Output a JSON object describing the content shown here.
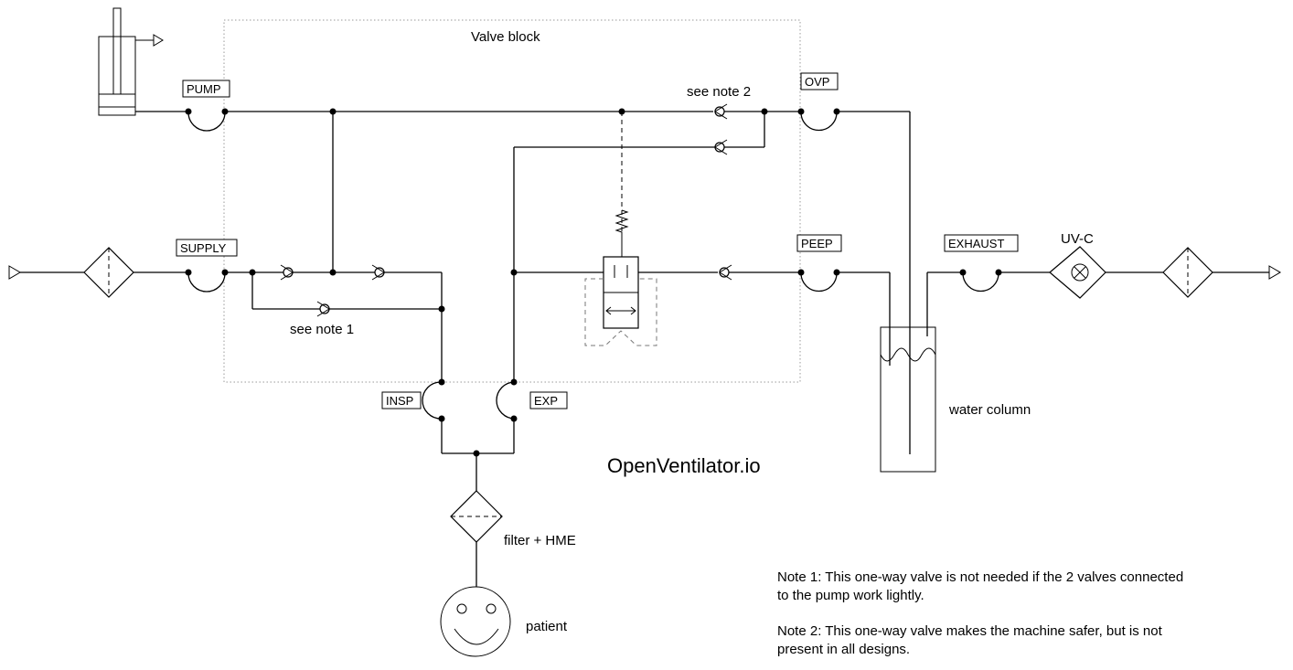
{
  "diagram": {
    "valve_block_label": "Valve block",
    "ports": {
      "pump": "PUMP",
      "supply": "SUPPLY",
      "ovp": "OVP",
      "peep": "PEEP",
      "exhaust": "EXHAUST",
      "insp": "INSP",
      "exp": "EXP"
    },
    "labels": {
      "see_note_1": "see note 1",
      "see_note_2": "see note 2",
      "uvc": "UV-C",
      "water_column": "water column",
      "filter_hme": "filter + HME",
      "patient": "patient"
    },
    "brand": "OpenVentilator.io",
    "notes": {
      "note1_line1": "Note 1: This one-way valve is not needed if the 2 valves connected",
      "note1_line2": "to the pump work lightly.",
      "note2_line1": "Note 2: This one-way valve makes the machine safer, but is not",
      "note2_line2": "present in all designs."
    }
  }
}
